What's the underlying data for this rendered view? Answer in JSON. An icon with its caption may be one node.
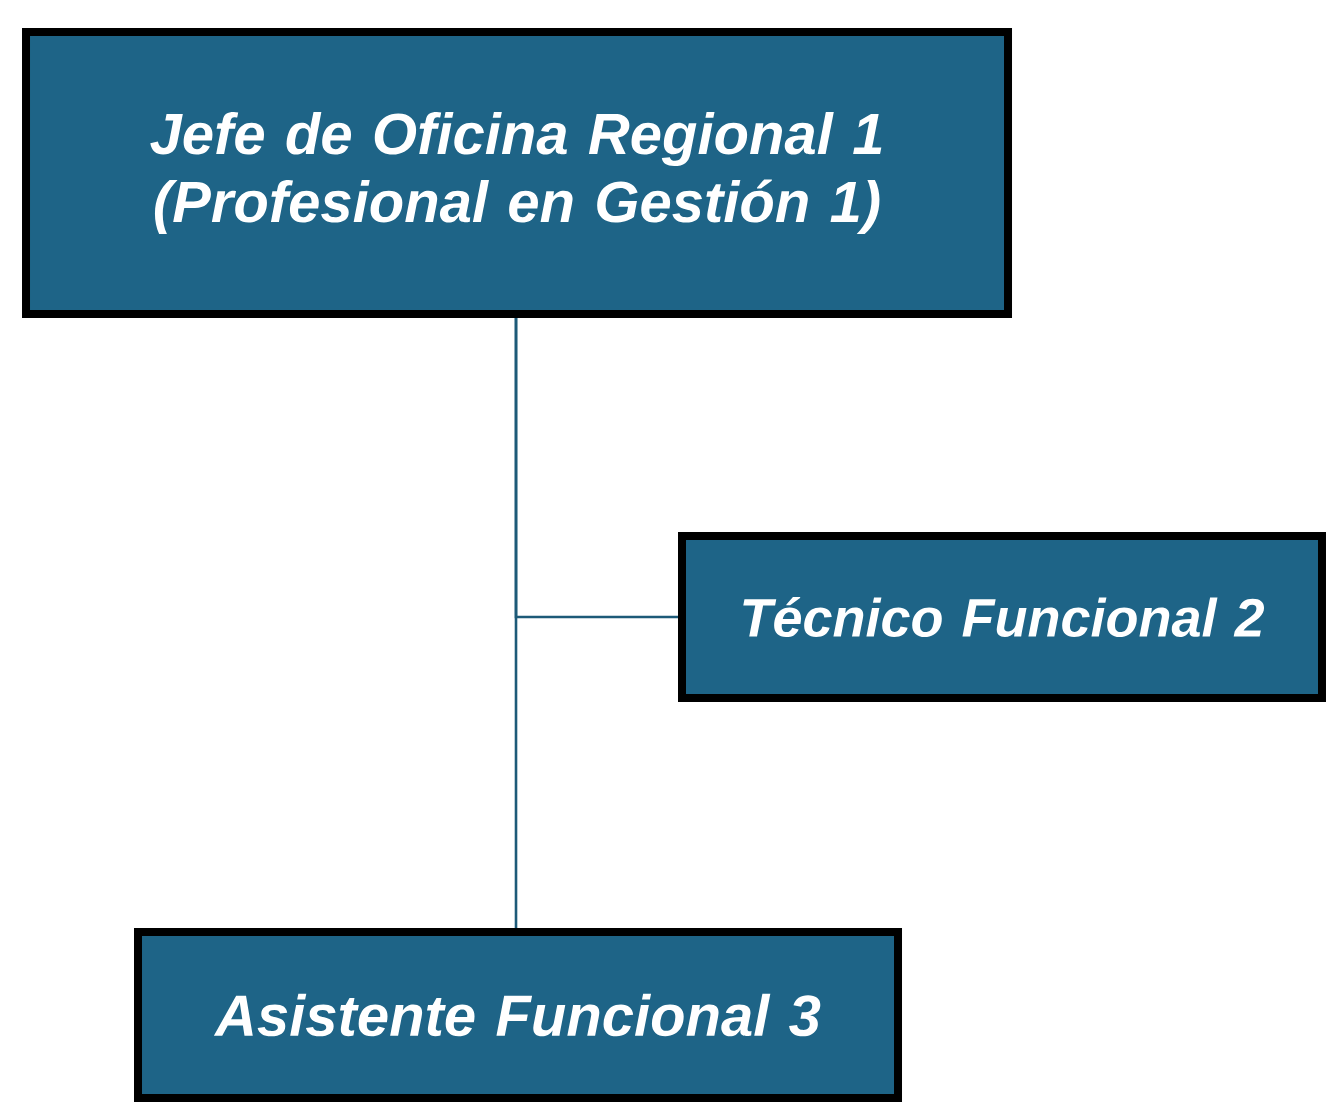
{
  "diagram": {
    "nodes": [
      {
        "text": [
          "Jefe de Oficina Regional 1 (Profesional en Gestión 1)"
        ]
      },
      {
        "text": [
          "Técnico Funcional 2"
        ]
      },
      {
        "text": [
          "Asistente Funcional 3"
        ]
      }
    ],
    "edges": [
      {
        "from": 0,
        "to": 1,
        "arrow": "none"
      },
      {
        "from": 0,
        "to": 2,
        "arrow": "none"
      }
    ]
  }
}
